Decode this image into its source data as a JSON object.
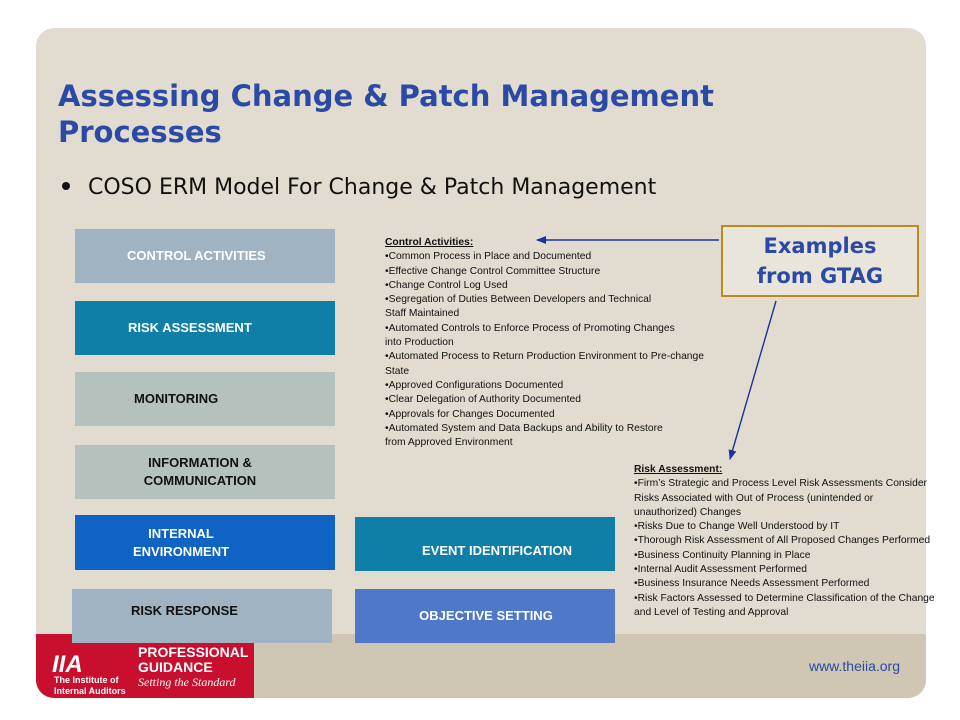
{
  "title": "Assessing Change & Patch Management Processes",
  "subtitle": "COSO ERM Model For Change & Patch Management",
  "boxes": {
    "control_activities": "CONTROL ACTIVITIES",
    "risk_assessment": "RISK ASSESSMENT",
    "monitoring": "MONITORING",
    "info_comm": [
      "INFORMATION &",
      "COMMUNICATION"
    ],
    "internal_env": [
      "INTERNAL",
      "ENVIRONMENT"
    ],
    "risk_response": "RISK RESPONSE",
    "event_identification": "EVENT IDENTIFICATION",
    "objective_setting": "OBJECTIVE SETTING"
  },
  "gtag_label": "Examples from GTAG",
  "control_activities_detail": {
    "heading": "Control Activities:",
    "items": [
      "•Common Process in Place and Documented",
      "•Effective Change Control Committee Structure",
      "•Change Control Log Used",
      "•Segregation of Duties Between Developers and Technical Staff Maintained",
      "•Automated Controls to Enforce Process of Promoting Changes into Production",
      "•Automated Process to Return Production Environment to Pre-change State",
      "•Approved Configurations Documented",
      "•Clear Delegation of Authority Documented",
      "•Approvals for Changes Documented",
      "•Automated System and Data Backups and Ability to Restore from Approved Environment"
    ]
  },
  "risk_assessment_detail": {
    "heading": "Risk Assessment:",
    "items": [
      "•Firm’s Strategic and Process Level Risk Assessments Consider Risks Associated with Out of Process (unintended or unauthorized) Changes",
      "•Risks Due to Change Well Understood by IT",
      "•Thorough Risk Assessment of All Proposed Changes Performed",
      "•Business Continuity Planning in Place",
      "•Internal Audit Assessment Performed",
      "•Business Insurance Needs Assessment Performed",
      "•Risk Factors Assessed to Determine Classification of the Change and Level of Testing and Approval"
    ]
  },
  "footer": {
    "iia_name": [
      "The Institute of",
      "Internal Auditors"
    ],
    "pg_line1": "PROFESSIONAL",
    "pg_line2": "GUIDANCE",
    "pg_line3": "Setting the Standard",
    "url": "www.theiia.org"
  },
  "colors": {
    "title": "#2a4aa6",
    "slide_bg": "#e1dccf",
    "grey_blue_box": "#9fb3c2",
    "teal_box": "#107fa8",
    "sage_box": "#b5c1bc",
    "royal_blue_box": "#0e63c4",
    "periwinkle_box": "#4f78c8",
    "iia_red": "#c8102e"
  }
}
